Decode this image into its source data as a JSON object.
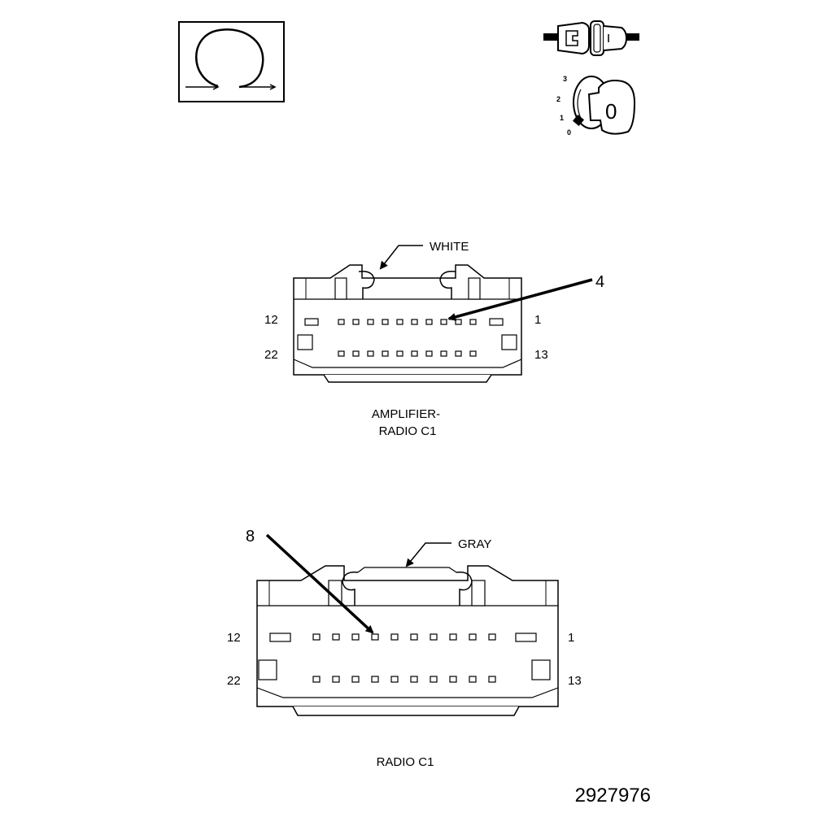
{
  "icons": {
    "top_left": "ohmmeter-symbol-icon",
    "top_right_upper": "unplugged-connector-icon",
    "top_right_lower": "ignition-key-icon",
    "key_positions": [
      "3",
      "2",
      "1",
      "0"
    ],
    "key_label": "0"
  },
  "connectors": [
    {
      "color_label": "WHITE",
      "callout": "4",
      "row1": {
        "left": "12",
        "right": "1"
      },
      "row2": {
        "left": "22",
        "right": "13"
      },
      "title_line1": "AMPLIFIER-",
      "title_line2": "RADIO C1"
    },
    {
      "color_label": "GRAY",
      "callout": "8",
      "row1": {
        "left": "12",
        "right": "1"
      },
      "row2": {
        "left": "22",
        "right": "13"
      },
      "title_line1": "RADIO C1",
      "title_line2": ""
    }
  ],
  "figure_number": "2927976"
}
